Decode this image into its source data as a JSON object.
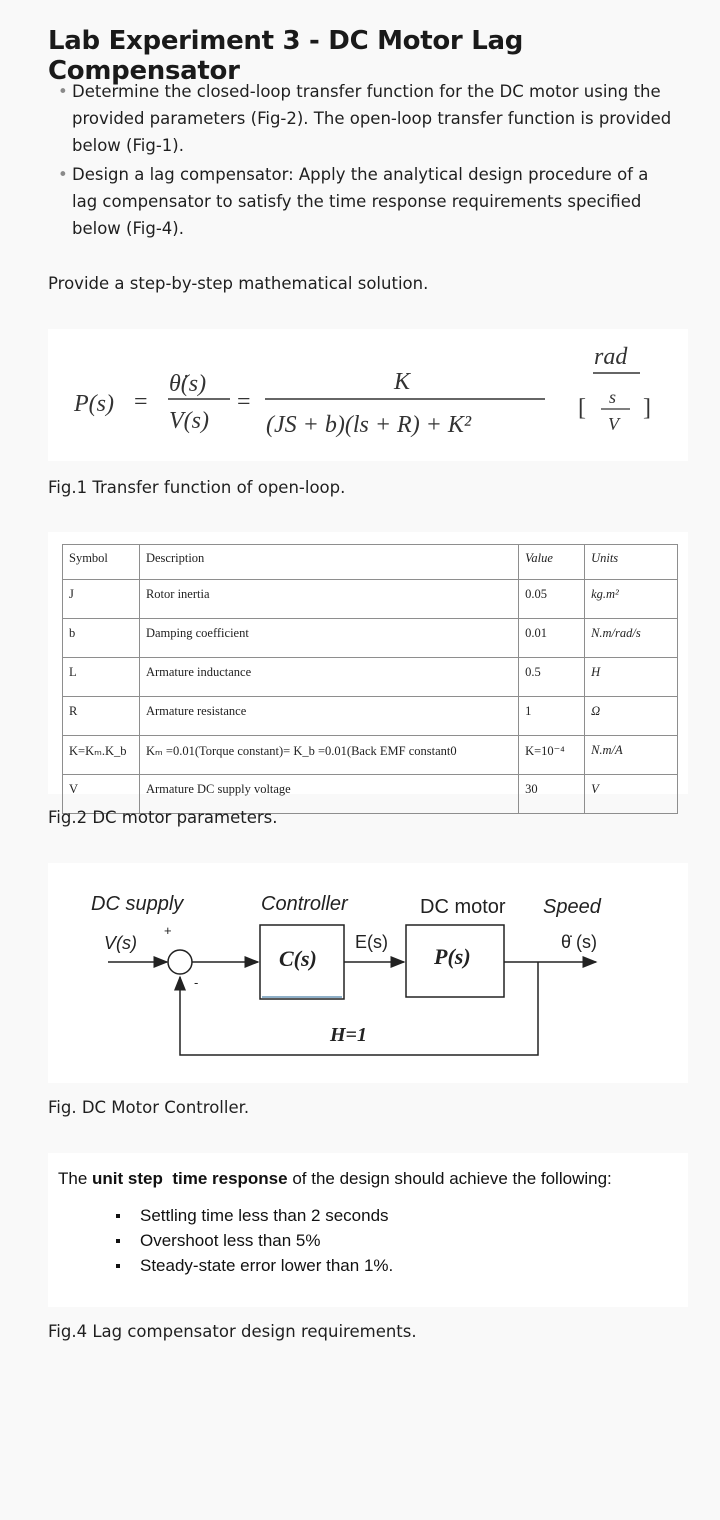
{
  "title": "Lab Experiment 3 - DC Motor Lag Compensator",
  "bullets": [
    "Determine the closed-loop transfer function for the DC motor using the provided parameters (Fig-2). The open-loop transfer function is provided below (Fig-1).",
    "Design a lag compensator: Apply the analytical design procedure of a lag compensator to satisfy the time response requirements specified below (Fig-4)."
  ],
  "instruction": "Provide a step-by-step mathematical solution.",
  "fig1": {
    "lhs": "P(s)",
    "num1": "θ̇(s)",
    "den1": "V(s)",
    "num2": "K",
    "den2": "(JS + b)(ls + R) + K²",
    "unit_top": "rad",
    "unit_mid": "s",
    "unit_bot": "V",
    "caption": "Fig.1 Transfer function of open-loop."
  },
  "fig2": {
    "headers": [
      "Symbol",
      "Description",
      "Value",
      "Units"
    ],
    "rows": [
      [
        "J",
        "Rotor inertia",
        "0.05",
        "kg.m²"
      ],
      [
        "b",
        "Damping coefficient",
        "0.01",
        "N.m/rad/s"
      ],
      [
        "L",
        "Armature inductance",
        "0.5",
        "H"
      ],
      [
        "R",
        "Armature resistance",
        "1",
        "Ω"
      ],
      [
        "K=Kₘ.K_b",
        "Kₘ =0.01(Torque constant)= K_b =0.01(Back EMF constant0",
        "K=10⁻⁴",
        "N.m/A"
      ],
      [
        "V",
        "Armature DC supply voltage",
        "30",
        "V"
      ]
    ],
    "caption": "Fig.2 DC motor parameters."
  },
  "fig3": {
    "dc_supply": "DC supply",
    "vs": "V(s)",
    "plus": "+",
    "minus": "-",
    "controller": "Controller",
    "cs": "C(s)",
    "es": "E(s)",
    "dc_motor": "DC motor",
    "ps": "P(s)",
    "speed": "Speed",
    "theta": "θ̇ (s)",
    "h": "H=1",
    "caption": "Fig. DC Motor Controller."
  },
  "fig4": {
    "intro_pre": "The ",
    "intro_bold1": "unit step",
    "intro_bold2": "time response",
    "intro_post": " of the design should achieve the following:",
    "items": [
      "Settling time less than 2 seconds",
      "Overshoot less than 5%",
      "Steady-state error lower than 1%."
    ],
    "caption": "Fig.4 Lag compensator design requirements."
  }
}
